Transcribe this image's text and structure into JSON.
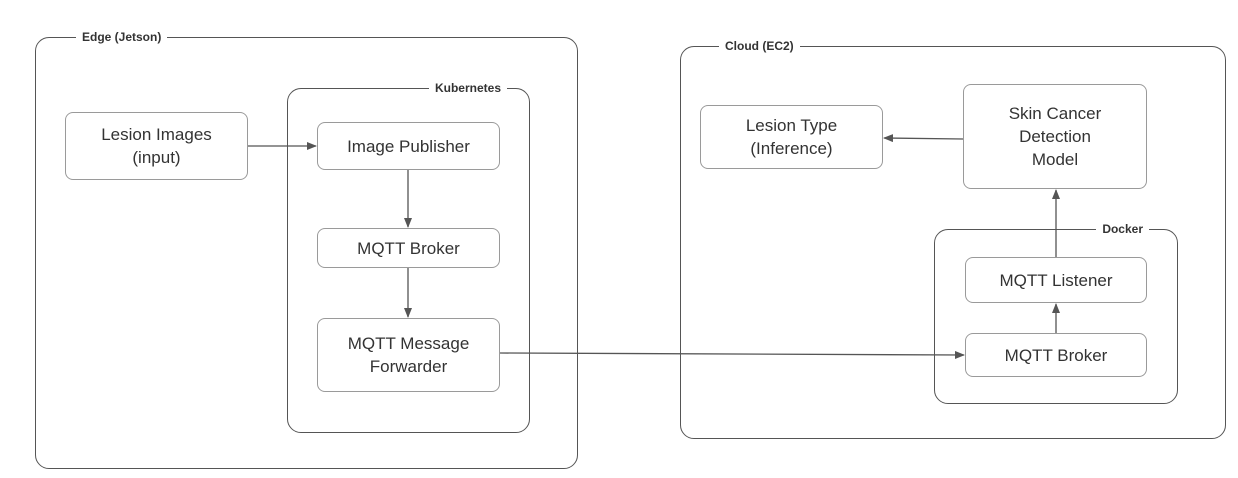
{
  "groups": {
    "edge": "Edge (Jetson)",
    "kubernetes": "Kubernetes",
    "cloud": "Cloud (EC2)",
    "docker": "Docker"
  },
  "nodes": {
    "lesion_images": "Lesion Images\n(input)",
    "image_publisher": "Image Publisher",
    "edge_mqtt_broker": "MQTT Broker",
    "mqtt_forwarder": "MQTT Message\nForwarder",
    "lesion_type": "Lesion Type\n(Inference)",
    "detection_model": "Skin Cancer\nDetection\nModel",
    "mqtt_listener": "MQTT Listener",
    "cloud_mqtt_broker": "MQTT Broker"
  },
  "colors": {
    "group_border": "#555555",
    "node_border": "#9a9a9a",
    "arrow": "#555555",
    "text": "#333333"
  }
}
